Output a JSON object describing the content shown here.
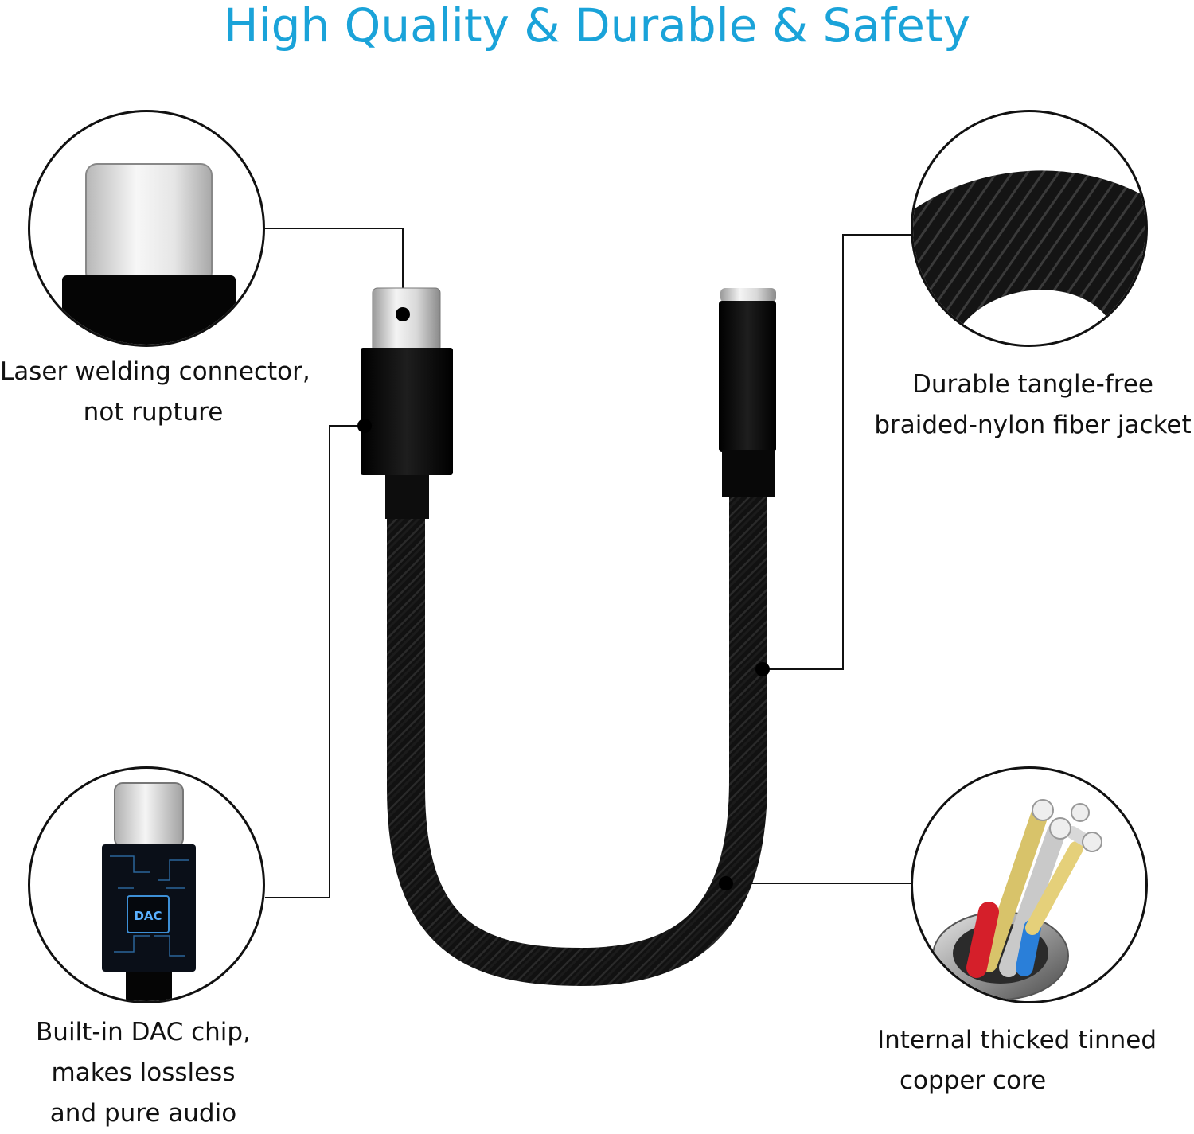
{
  "title": "High Quality & Durable & Safety",
  "colors": {
    "title": "#1aa3d9",
    "line": "#111111",
    "cable": "#0c0c0c"
  },
  "features": {
    "connector": {
      "line1": "Laser welding connector,",
      "line2": "not rupture",
      "icon": "usb-c-connector-icon"
    },
    "jacket": {
      "line1": "Durable tangle-free",
      "line2": "braided-nylon fiber jacket",
      "icon": "braided-cable-icon"
    },
    "dac": {
      "line1": "Built-in DAC chip,",
      "line2": "makes lossless",
      "line3": "and pure audio",
      "chip_text": "DAC",
      "icon": "dac-chip-icon"
    },
    "core": {
      "line1": "Internal thicked tinned",
      "line2": "copper core",
      "icon": "copper-wire-core-icon"
    }
  }
}
